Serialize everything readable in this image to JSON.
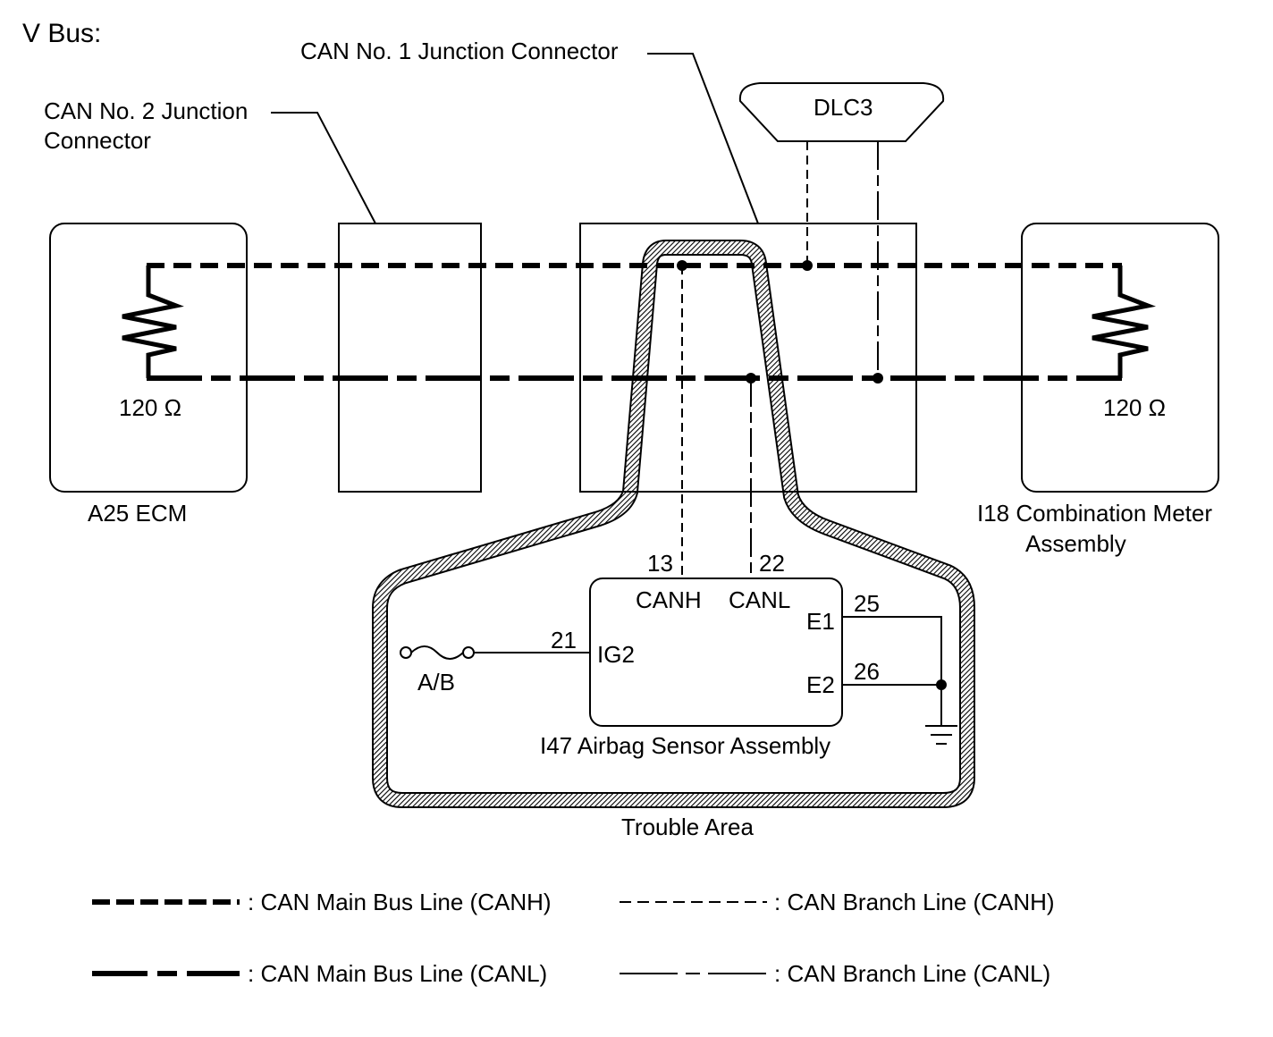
{
  "title": "V Bus:",
  "components": {
    "ecm": {
      "label": "A25  ECM",
      "resistance": "120 Ω"
    },
    "junction2": {
      "label_line1": "CAN No. 2 Junction",
      "label_line2": "Connector"
    },
    "junction1": {
      "label": "CAN No. 1 Junction Connector"
    },
    "dlc3": {
      "label": "DLC3"
    },
    "meter": {
      "label_line1": "I18  Combination Meter",
      "label_line2": "Assembly",
      "resistance": "120 Ω"
    },
    "airbag": {
      "label": "I47  Airbag Sensor Assembly",
      "pins": {
        "canh_num": "13",
        "canh_name": "CANH",
        "canl_num": "22",
        "canl_name": "CANL",
        "ig2_num": "21",
        "ig2_name": "IG2",
        "e1_num": "25",
        "e1_name": "E1",
        "e2_num": "26",
        "e2_name": "E2"
      }
    },
    "fuse": {
      "label": "A/B"
    },
    "trouble_area": {
      "label": "Trouble Area"
    }
  },
  "legend": {
    "main_canh": ": CAN Main Bus Line (CANH)",
    "main_canl": ": CAN Main Bus Line (CANL)",
    "branch_canh": ": CAN Branch Line (CANH)",
    "branch_canl": ": CAN Branch Line (CANL)"
  }
}
